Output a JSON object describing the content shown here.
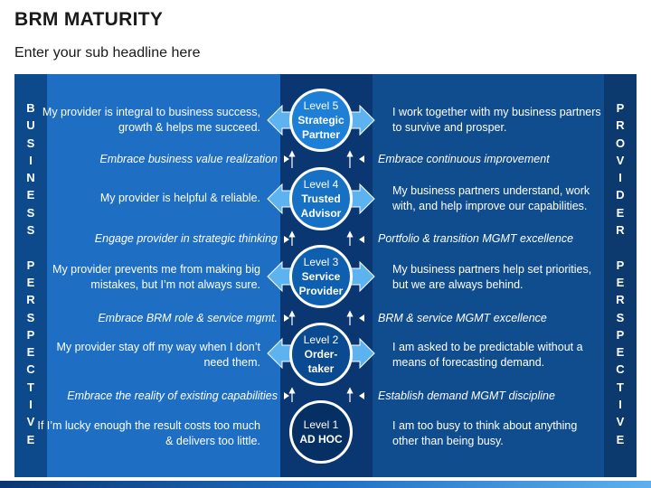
{
  "title": "BRM MATURITY",
  "subtitle": "Enter your sub headline here",
  "left_side_label": [
    "B",
    "U",
    "S",
    "I",
    "N",
    "E",
    "S",
    "S",
    "",
    "P",
    "E",
    "R",
    "S",
    "P",
    "E",
    "C",
    "T",
    "I",
    "V",
    "E"
  ],
  "right_side_label": [
    "P",
    "R",
    "O",
    "V",
    "I",
    "D",
    "E",
    "R",
    "",
    "P",
    "E",
    "R",
    "S",
    "P",
    "E",
    "C",
    "T",
    "I",
    "V",
    "E"
  ],
  "levels": [
    {
      "level": "Level 5",
      "name_line1": "Strategic",
      "name_line2": "Partner",
      "color": "#1e7fd6",
      "left": "My provider is integral to business success, growth & helps me succeed.",
      "right": "I work together with my business partners to survive and prosper."
    },
    {
      "level": "Level 4",
      "name_line1": "Trusted",
      "name_line2": "Advisor",
      "color": "#1670c4",
      "left": "My provider is helpful & reliable.",
      "right": "My business partners understand, work with, and help improve our capabilities."
    },
    {
      "level": "Level 3",
      "name_line1": "Service",
      "name_line2": "Provider",
      "color": "#0f5fb0",
      "left": "My provider prevents me from making big mistakes, but I’m not always sure.",
      "right": "My business partners help set priorities, but we are always behind."
    },
    {
      "level": "Level 2",
      "name_line1": "Order-",
      "name_line2": "taker",
      "color": "#0a4a90",
      "left": "My provider stay off my way when I don’t need them.",
      "right": "I am asked to be predictable without a means of forecasting demand."
    },
    {
      "level": "Level 1",
      "name_line1": "AD HOC",
      "name_line2": "",
      "color": "#062f63",
      "left": "If I’m lucky enough the result costs too much & delivers too little.",
      "right": "I am too busy to think about anything other than being busy."
    }
  ],
  "transitions": [
    {
      "left": "Embrace business value realization",
      "right": "Embrace continuous improvement"
    },
    {
      "left": "Engage provider in strategic thinking",
      "right": "Portfolio & transition MGMT excellence"
    },
    {
      "left": "Embrace BRM role & service mgmt.",
      "right": "BRM & service MGMT excellence"
    },
    {
      "left": "Embrace the reality of existing capabilities",
      "right": "Establish demand MGMT discipline"
    }
  ],
  "colors": {
    "left_band": "#1e6fc4",
    "center_band": "#0a3672",
    "right_band": "#104d8e",
    "arrow": "#5cb3f0"
  }
}
